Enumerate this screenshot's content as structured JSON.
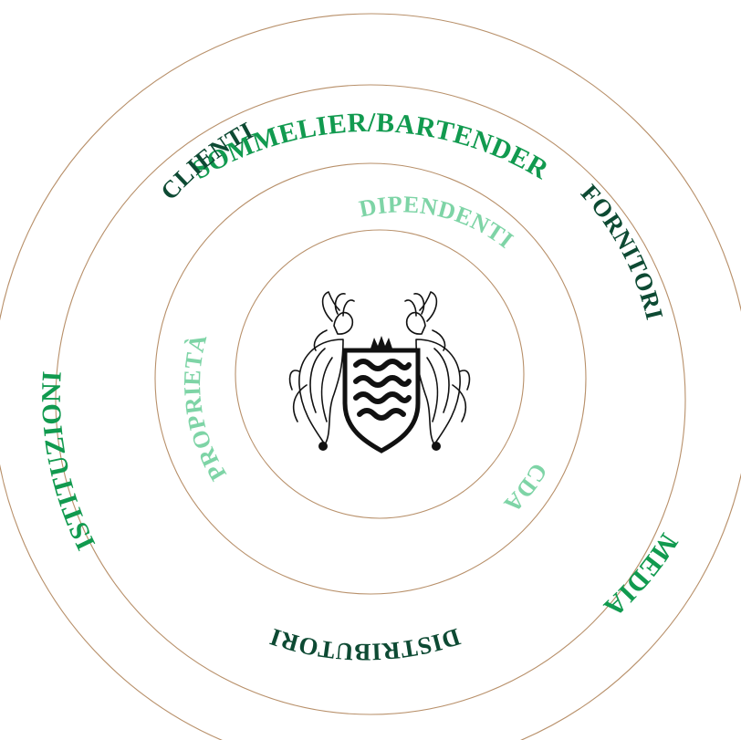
{
  "colors": {
    "ring": "#b8906a",
    "green_mid": "#119a4f",
    "green_dark": "#0d4a33",
    "green_light": "#7ed4a6"
  },
  "center_emblem": "heraldic-crest-icon",
  "rings": {
    "outer": {
      "labels": {
        "sommelier": "SOMMELIER/BARTENDER",
        "istituzioni": "ISTITUZIONI",
        "media": "MEDIA"
      }
    },
    "second": {
      "labels": {
        "clienti": "CLIENTI",
        "fornitori": "FORNITORI",
        "distributori": "DISTRIBUTORI"
      }
    },
    "third": {
      "labels": {
        "dipendenti": "DIPENDENTI",
        "proprieta": "PROPRIETÀ",
        "cda": "CDA"
      }
    }
  }
}
